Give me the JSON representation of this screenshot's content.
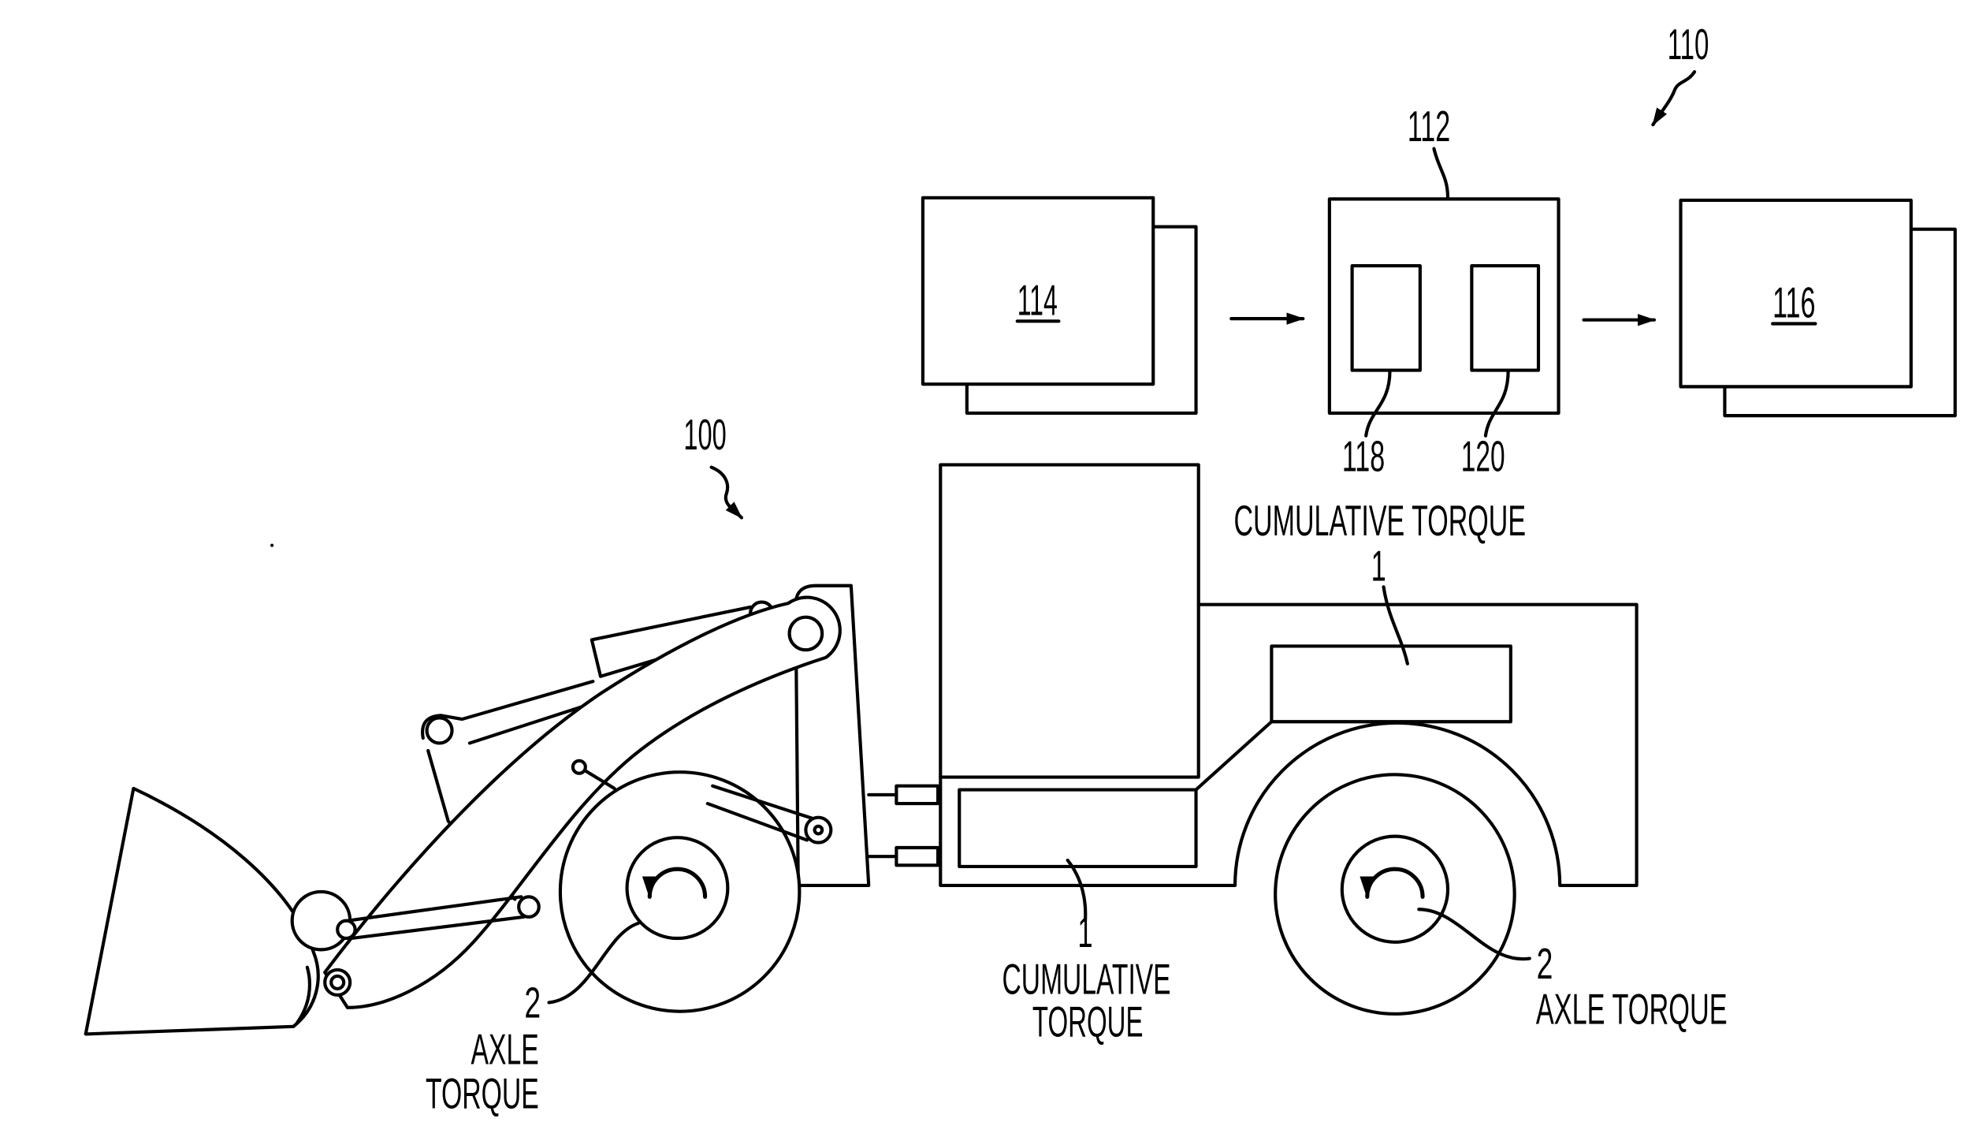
{
  "labels": {
    "system_ref": "110",
    "processor_ref": "112",
    "input_ref": "114",
    "output_ref": "116",
    "module_a_ref": "118",
    "module_b_ref": "120",
    "machine_ref": "100"
  },
  "annotations": {
    "upper_cumulative": {
      "title": "CUMULATIVE TORQUE",
      "index": "1"
    },
    "lower_cumulative": {
      "index": "1",
      "line1": "CUMULATIVE",
      "line2": "TORQUE"
    },
    "front_axle": {
      "index": "2",
      "line1": "AXLE",
      "line2": "TORQUE"
    },
    "rear_axle": {
      "index": "2",
      "title": "AXLE TORQUE"
    }
  },
  "colors": {
    "ink": "#000000",
    "paper": "#ffffff"
  }
}
